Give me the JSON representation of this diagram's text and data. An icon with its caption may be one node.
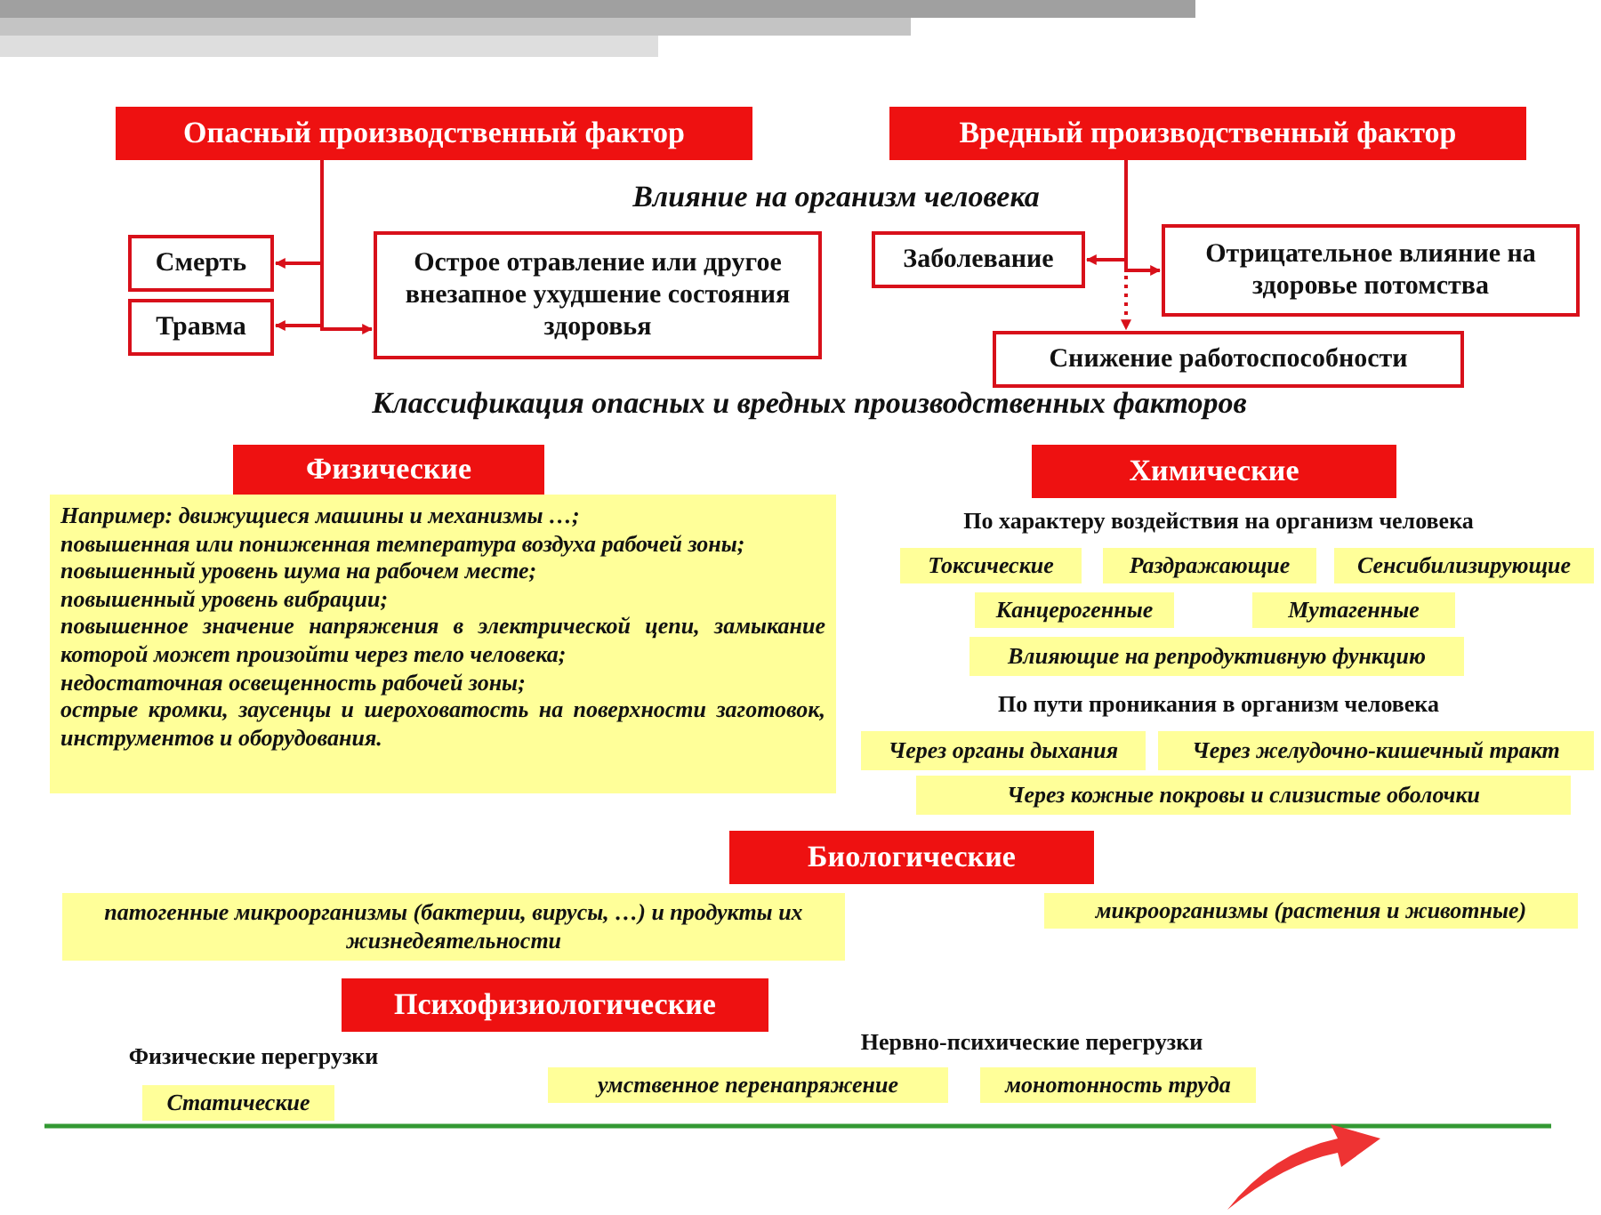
{
  "diagram": {
    "nodes": [
      {
        "text": [
          "Опасный производственный фактор"
        ]
      },
      {
        "text": [
          "Вредный производственный фактор"
        ]
      },
      {
        "text": [
          "Смерть"
        ]
      },
      {
        "text": [
          "Острое отравление или другое внезапное ухудшение состояния здоровья"
        ]
      },
      {
        "text": [
          "Заболевание"
        ]
      },
      {
        "text": [
          "Отрицательное влияние на здоровье потомства"
        ]
      },
      {
        "text": [
          "Травма"
        ]
      },
      {
        "text": [
          "Снижение работоспособности"
        ]
      },
      {
        "text": [
          "Физические"
        ]
      },
      {
        "text": [
          "Химические"
        ]
      },
      {
        "text": [
          "Например: движущиеся машины и механизмы …;",
          "повышенная или пониженная температура воздуха рабочей зоны;",
          "повышенный уровень шума на рабочем месте;",
          "повышенный уровень вибрации;",
          "повышенное значение напряжения в электрической цепи, замыкание которой может произойти через тело человека;",
          "недостаточная освещенность рабочей зоны;",
          "острые кромки, заусенцы и шероховатость на поверхности заготовок, инструментов и оборудования."
        ]
      },
      {
        "text": [
          "Токсические"
        ]
      },
      {
        "text": [
          "Раздражающие"
        ]
      },
      {
        "text": [
          "Сенсибилизирующие"
        ]
      },
      {
        "text": [
          "Канцерогенные"
        ]
      },
      {
        "text": [
          "Мутагенные"
        ]
      },
      {
        "text": [
          "Влияющие на репродуктивную функцию"
        ]
      },
      {
        "text": [
          "Через органы дыхания"
        ]
      },
      {
        "text": [
          "Через желудочно-кишечный тракт"
        ]
      },
      {
        "text": [
          "Через кожные покровы и слизистые оболочки"
        ]
      },
      {
        "text": [
          "Биологические"
        ]
      },
      {
        "text": [
          "патогенные микроорганизмы (бактерии, вирусы, …) и продукты их жизнедеятельности"
        ]
      },
      {
        "text": [
          "микроорганизмы (растения и животные)"
        ]
      },
      {
        "text": [
          "Психофизиологические"
        ]
      },
      {
        "text": [
          "Статические"
        ]
      },
      {
        "text": [
          "умственное перенапряжение"
        ]
      },
      {
        "text": [
          "монотонность труда"
        ]
      }
    ],
    "edges": [
      {
        "from": 0,
        "to": 2,
        "arrow": "to"
      },
      {
        "from": 0,
        "to": 6,
        "arrow": "to"
      },
      {
        "from": 0,
        "to": 3,
        "arrow": "to"
      },
      {
        "from": 1,
        "to": 4,
        "arrow": "to"
      },
      {
        "from": 1,
        "to": 5,
        "arrow": "to"
      },
      {
        "from": 1,
        "to": 7,
        "arrow": "to",
        "style": "dashed"
      }
    ],
    "labels": [
      "Влияние на организм человека",
      "Классификация опасных и вредных производственных факторов",
      "По характеру воздействия на организм человека",
      "По пути проникания в организм человека",
      "Физические перегрузки",
      "Нервно-психические перегрузки"
    ]
  }
}
